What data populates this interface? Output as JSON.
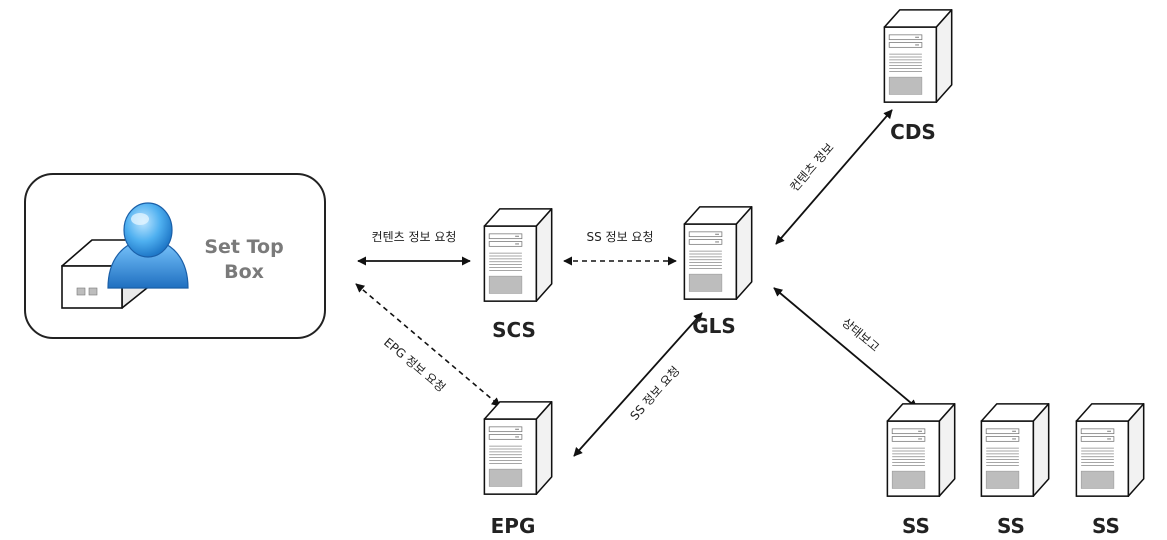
{
  "nodes": {
    "set_top_box": {
      "line1": "Set Top",
      "line2": "Box"
    },
    "scs": "SCS",
    "gls": "GLS",
    "cds": "CDS",
    "epg": "EPG",
    "ss": [
      "SS",
      "SS",
      "SS"
    ]
  },
  "edges": {
    "stb_scs": "컨텐츠 정보 요청",
    "scs_gls": "SS 정보 요청",
    "stb_epg": "EPG 정보 요청",
    "epg_gls": "SS 정보 요청",
    "gls_cds": "컨텐츠 정보",
    "gls_ss": "상태보고"
  },
  "icons": {
    "server": "server-tower-icon",
    "user": "user-avatar-icon",
    "set_top_box": "set-top-box-icon"
  },
  "colors": {
    "line": "#111111",
    "server_fill": "#ffffff",
    "server_panel": "#bdbdbd",
    "user_blue": "#3aa0e8",
    "stb_label": "#7a7a7a"
  }
}
